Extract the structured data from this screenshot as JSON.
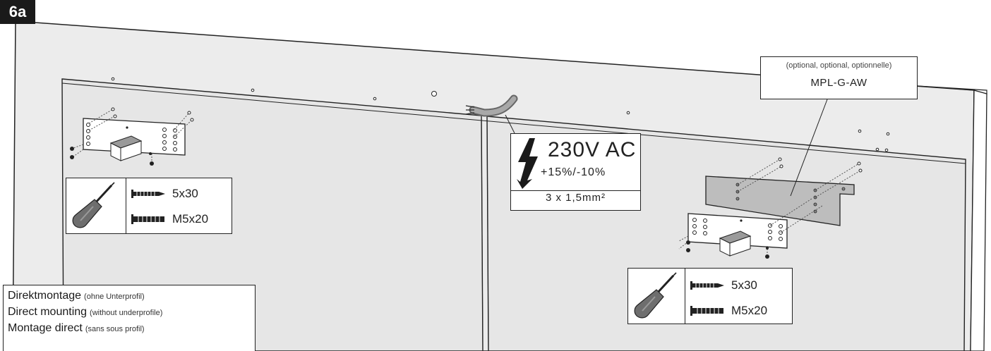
{
  "step": {
    "label": "6a"
  },
  "voltage": {
    "value": "230V AC",
    "tolerance": "+15%/-10%",
    "cable": "3 x 1,5mm²"
  },
  "optional_part": {
    "note": "(optional, optional, optionnelle)",
    "part": "MPL-G-AW"
  },
  "tools_left": {
    "screws": [
      {
        "label": "5x30",
        "icon": "wood-screw-icon"
      },
      {
        "label": "M5x20",
        "icon": "machine-screw-icon"
      }
    ]
  },
  "tools_right": {
    "screws": [
      {
        "label": "5x30",
        "icon": "wood-screw-icon"
      },
      {
        "label": "M5x20",
        "icon": "machine-screw-icon"
      }
    ]
  },
  "mounting": {
    "lines": [
      {
        "main": "Direktmontage",
        "sub": "(ohne Unterprofil)"
      },
      {
        "main": "Direct mounting",
        "sub": "(without underprofile)"
      },
      {
        "main": "Montage direct",
        "sub": "(sans sous profil)"
      }
    ]
  },
  "colors": {
    "door_panel": "#e6e6e6",
    "line": "#222222",
    "badge": "#1a1a1a",
    "bracket": "#bdbdbd",
    "cable": "#8a8a8a"
  }
}
